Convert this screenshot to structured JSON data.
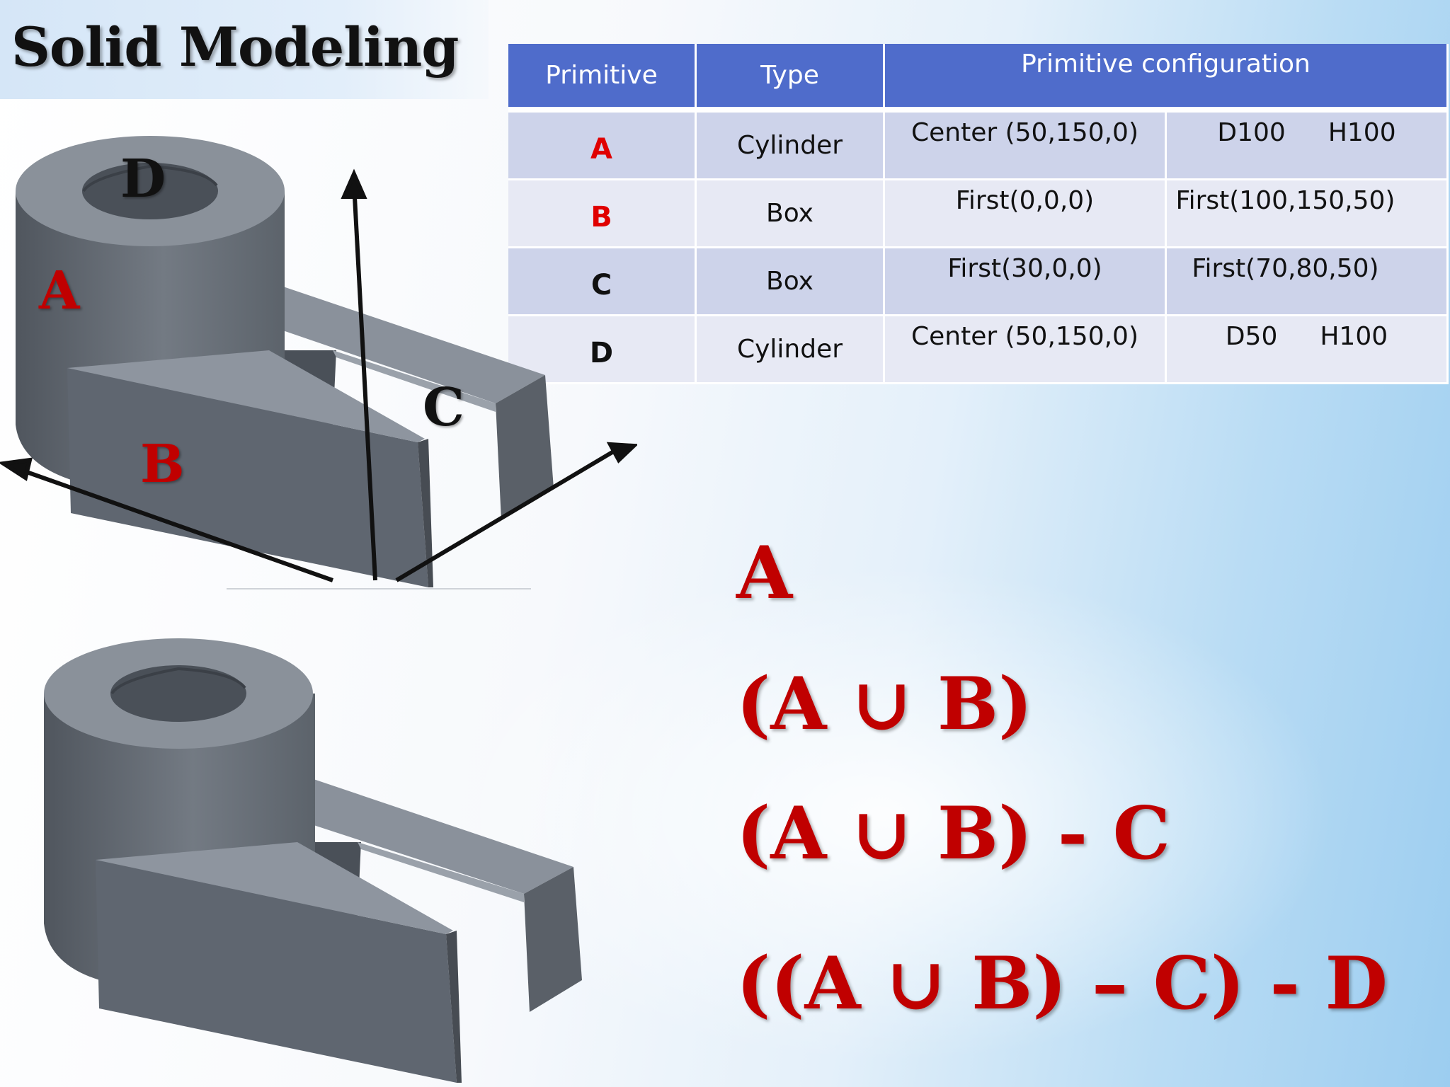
{
  "slide": {
    "title": "Solid Modeling"
  },
  "table": {
    "headers": {
      "primitive": "Primitive",
      "type": "Type",
      "config": "Primitive configuration"
    },
    "rows": [
      {
        "id": "A",
        "id_color": "#e00000",
        "type": "Cylinder",
        "c1": "Center (50,150,0)",
        "c2a": "D100",
        "c2b": "H100"
      },
      {
        "id": "B",
        "id_color": "#e00000",
        "type": "Box",
        "c1": "First(0,0,0)",
        "c2a": "First(100,150,50)",
        "c2b": ""
      },
      {
        "id": "C",
        "id_color": "#111111",
        "type": "Box",
        "c1": "First(30,0,0)",
        "c2a": "First(70,80,50)",
        "c2b": ""
      },
      {
        "id": "D",
        "id_color": "#111111",
        "type": "Cylinder",
        "c1": "Center (50,150,0)",
        "c2a": "D50",
        "c2b": "H100"
      }
    ]
  },
  "figure_labels": {
    "a": "A",
    "b": "B",
    "c": "C",
    "d": "D"
  },
  "expressions": [
    "A",
    "(A ∪ B)",
    "(A ∪ B) - C",
    "((A ∪ B) – C) - D"
  ],
  "colors": {
    "table_header": "#4f6ccb",
    "row_dark": "#cdd3ea",
    "row_light": "#e7e9f4",
    "expression_red": "#c00000",
    "solid_gray": "#5f6670"
  }
}
